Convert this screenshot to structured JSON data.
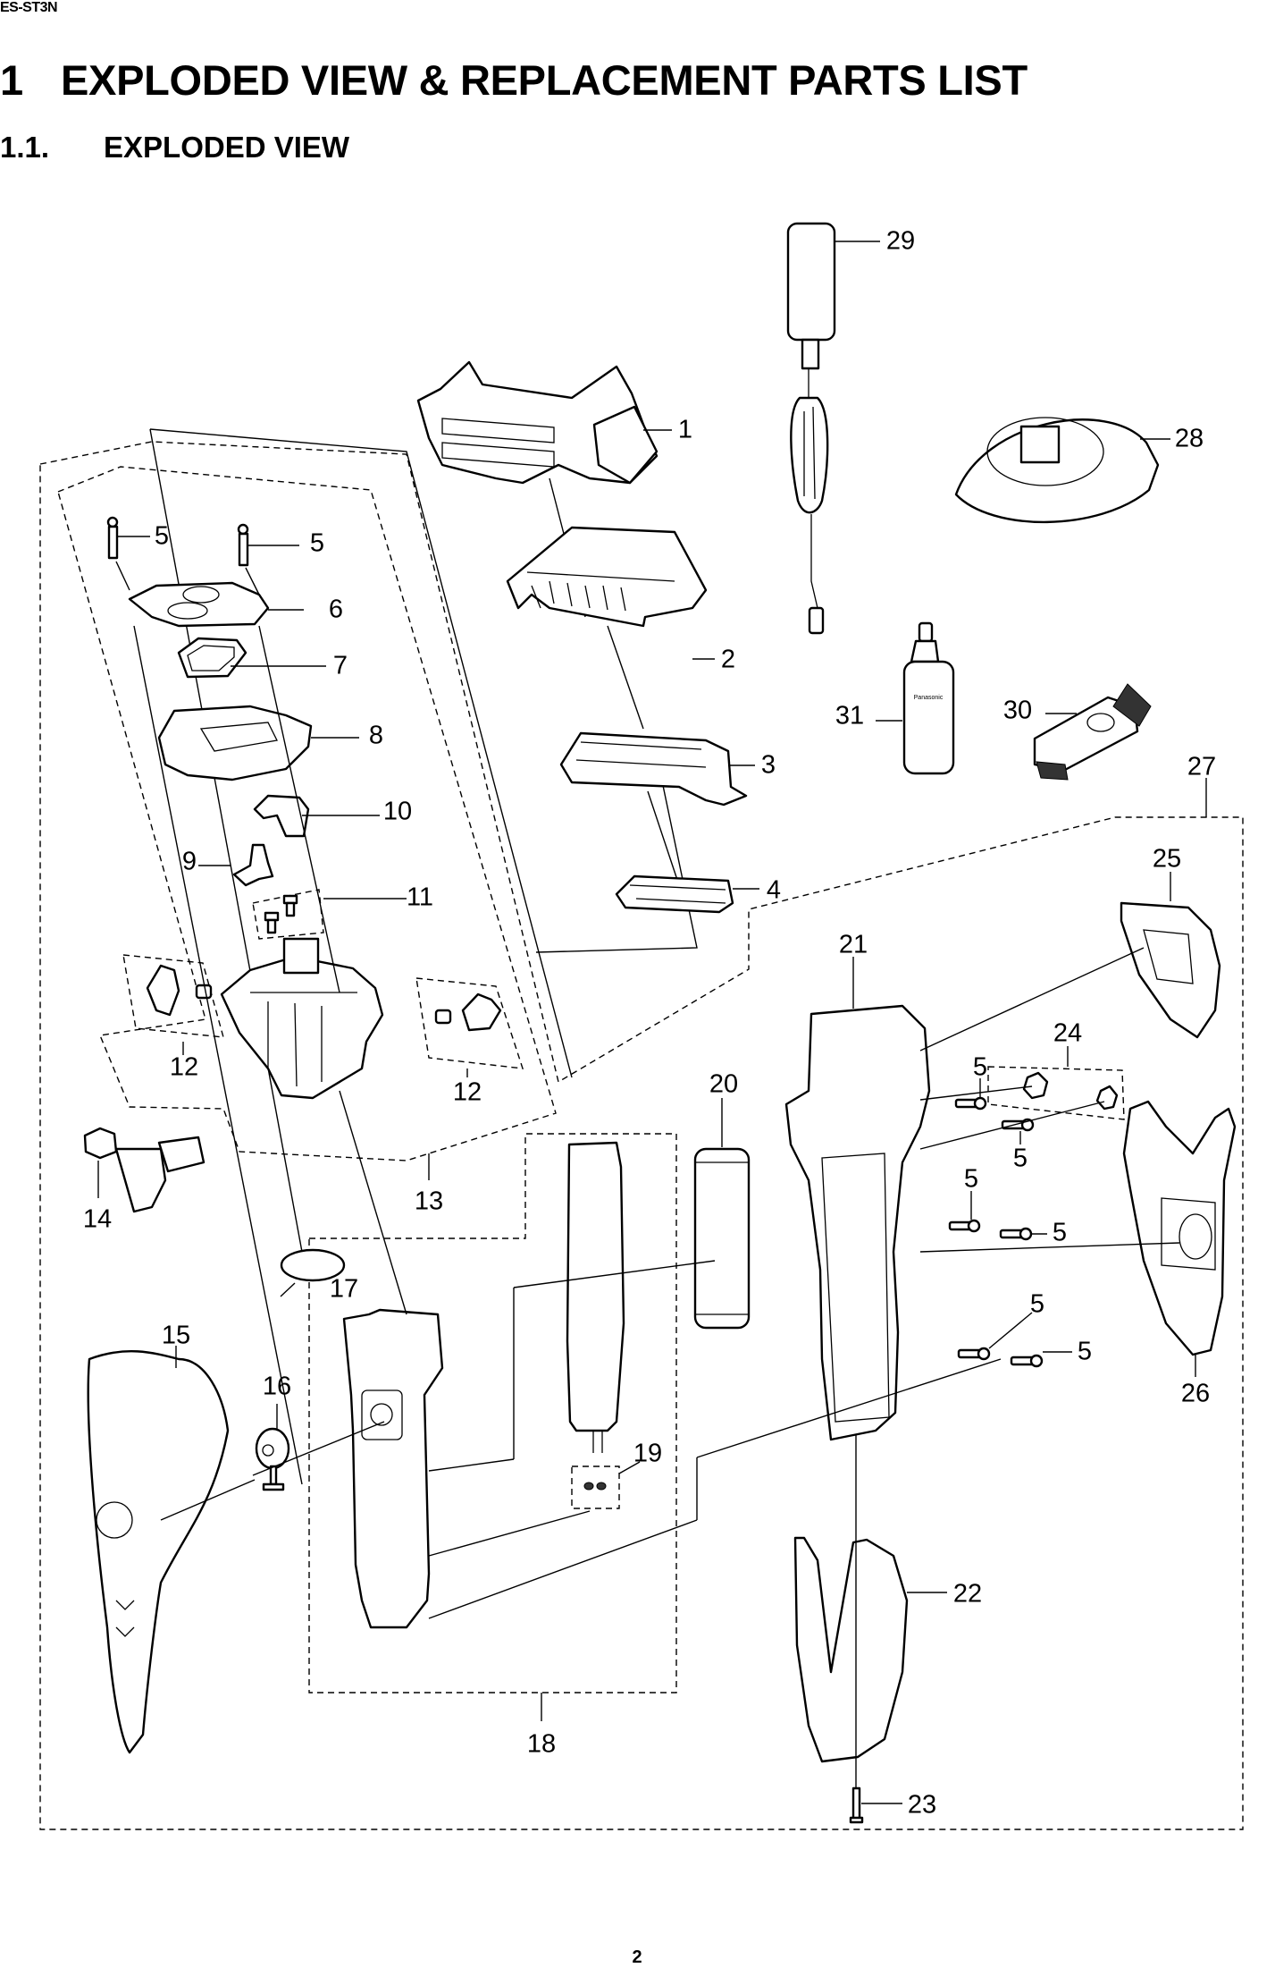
{
  "header": {
    "model": "ES-ST3N"
  },
  "section": {
    "number": "1",
    "title": "EXPLODED VIEW & REPLACEMENT PARTS LIST"
  },
  "subsection": {
    "number": "1.1.",
    "title": "EXPLODED VIEW"
  },
  "diagram": {
    "bottle_brand": "Panasonic",
    "callouts": {
      "p1": "1",
      "p2": "2",
      "p3": "3",
      "p4": "4",
      "p5a": "5",
      "p5b": "5",
      "p5c": "5",
      "p5d": "5",
      "p5e": "5",
      "p5f": "5",
      "p5g": "5",
      "p5h": "5",
      "p6": "6",
      "p7": "7",
      "p8": "8",
      "p9": "9",
      "p10": "10",
      "p11": "11",
      "p12a": "12",
      "p12b": "12",
      "p13": "13",
      "p14": "14",
      "p15": "15",
      "p16": "16",
      "p17": "17",
      "p18": "18",
      "p19": "19",
      "p20": "20",
      "p21": "21",
      "p22": "22",
      "p23": "23",
      "p24": "24",
      "p25": "25",
      "p26": "26",
      "p27": "27",
      "p28": "28",
      "p29": "29",
      "p30": "30",
      "p31": "31"
    }
  },
  "footer": {
    "page_number": "2"
  }
}
